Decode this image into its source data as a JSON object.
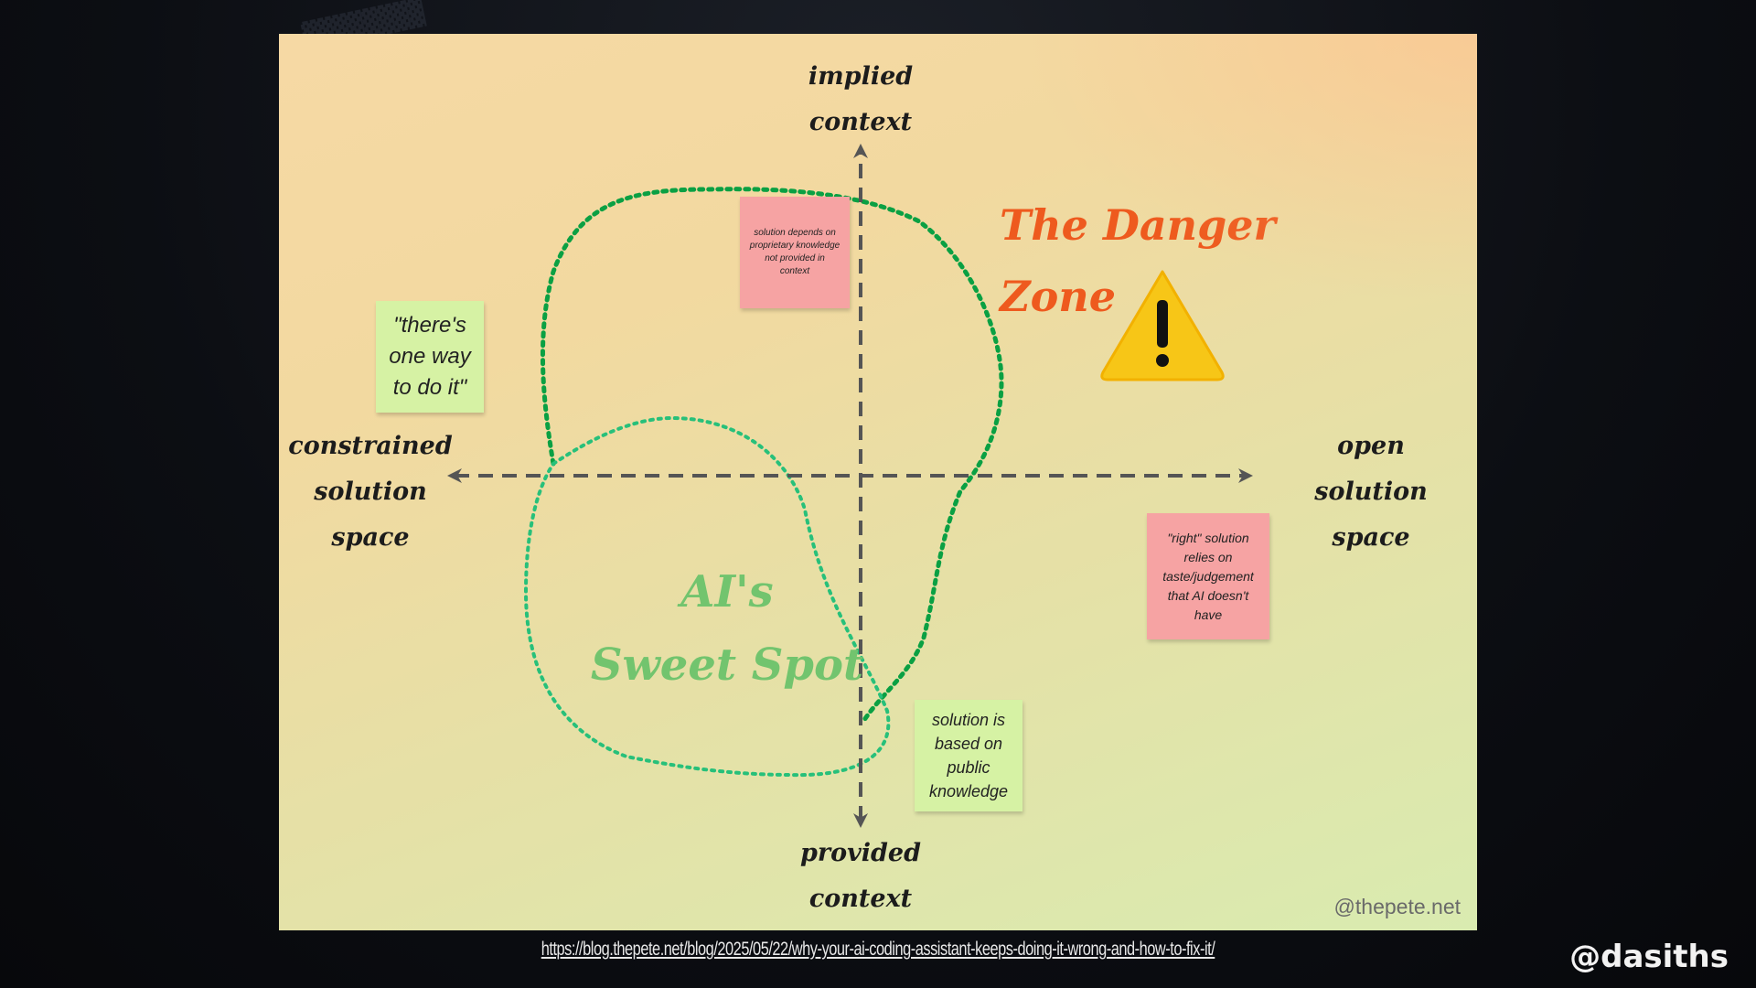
{
  "diagram": {
    "axes": {
      "top": "implied context",
      "top_line1": "implied",
      "top_line2": "context",
      "bottom_line1": "provided",
      "bottom_line2": "context",
      "left_line1": "constrained",
      "left_line2": "solution space",
      "right_line1": "open",
      "right_line2": "solution space"
    },
    "danger_zone": {
      "line1": "The Danger",
      "line2": "Zone",
      "color": "#ee5a1e",
      "icon": "warning-icon"
    },
    "sweet_spot": {
      "line1": "AI's",
      "line2": "Sweet Spot",
      "color": "#72c46e"
    },
    "notes": {
      "one_way": "\"there's one way to do it\"",
      "proprietary": "solution depends on proprietary knowledge not provided in context",
      "public": "solution is based on public knowledge",
      "taste": "\"right\" solution relies on taste/judgement that AI doesn't have"
    },
    "credit": "@thepete.net"
  },
  "source_url": "https://blog.thepete.net/blog/2025/05/22/why-your-ai-coding-assistant-keeps-doing-it-wrong-and-how-to-fix-it/",
  "presenter_handle": "@dasiths",
  "colors": {
    "danger_outline": "#0aa043",
    "sweet_outline": "#27c07a",
    "axis": "#555555",
    "sticky_green": "#d6f2a4",
    "sticky_pink": "#f6a3a3"
  }
}
